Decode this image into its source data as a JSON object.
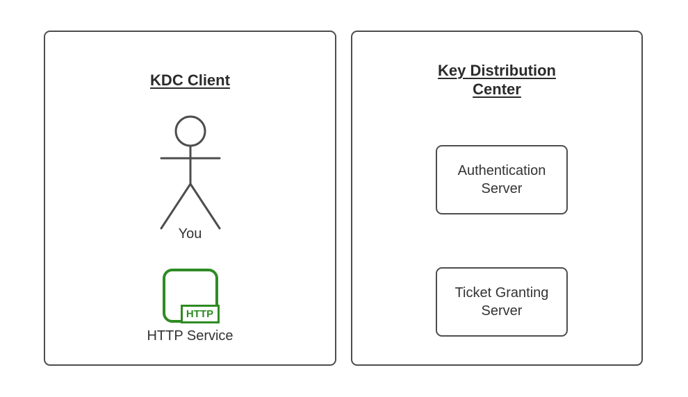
{
  "colors": {
    "border": "#4d4d4d",
    "text": "#333333",
    "title": "#2b2b2b",
    "green": "#2e8b24",
    "background": "#ffffff"
  },
  "client_panel": {
    "title": "KDC Client",
    "actor_label": "You",
    "http_badge": "HTTP",
    "service_label": "HTTP Service"
  },
  "kdc_panel": {
    "title": "Key Distribution Center",
    "nodes": [
      {
        "label": "Authentication Server"
      },
      {
        "label": "Ticket Granting Server"
      }
    ]
  }
}
